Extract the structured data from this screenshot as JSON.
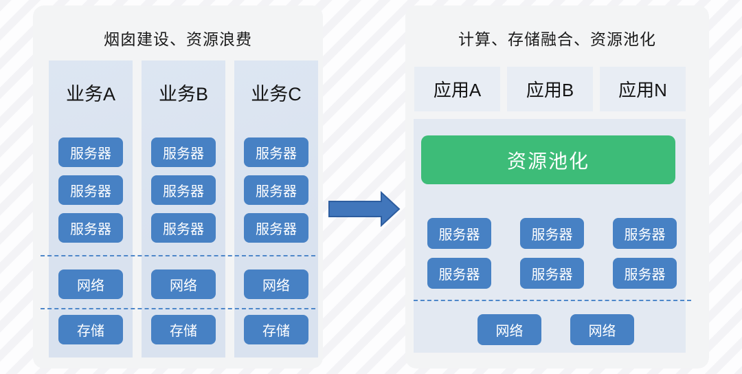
{
  "left_panel": {
    "title": "烟囱建设、资源浪费",
    "columns": [
      {
        "label": "业务A",
        "servers": [
          "服务器",
          "服务器",
          "服务器"
        ],
        "network": "网络",
        "storage": "存储"
      },
      {
        "label": "业务B",
        "servers": [
          "服务器",
          "服务器",
          "服务器"
        ],
        "network": "网络",
        "storage": "存储"
      },
      {
        "label": "业务C",
        "servers": [
          "服务器",
          "服务器",
          "服务器"
        ],
        "network": "网络",
        "storage": "存储"
      }
    ]
  },
  "arrow": {
    "icon": "right-block-arrow"
  },
  "right_panel": {
    "title": "计算、存储融合、资源池化",
    "apps": [
      {
        "label": "应用A"
      },
      {
        "label": "应用B"
      },
      {
        "label": "应用N"
      }
    ],
    "pool": {
      "label": "资源池化"
    },
    "servers": [
      "服务器",
      "服务器",
      "服务器",
      "服务器",
      "服务器",
      "服务器"
    ],
    "networks": [
      "网络",
      "网络"
    ]
  },
  "colors": {
    "chip_blue": "#4781c4",
    "chip_text": "#ffffff",
    "pool_green": "#3dbc78",
    "column_bg": "#d9e2ef",
    "container_bg": "#e3e9f2",
    "app_bg": "#e8edf4",
    "card_bg": "#f3f4f5",
    "dash_blue": "#4e87c9",
    "arrow_blue": "#4176bb",
    "arrow_border": "#2d5d9f",
    "title_text": "#1a1a1a"
  }
}
